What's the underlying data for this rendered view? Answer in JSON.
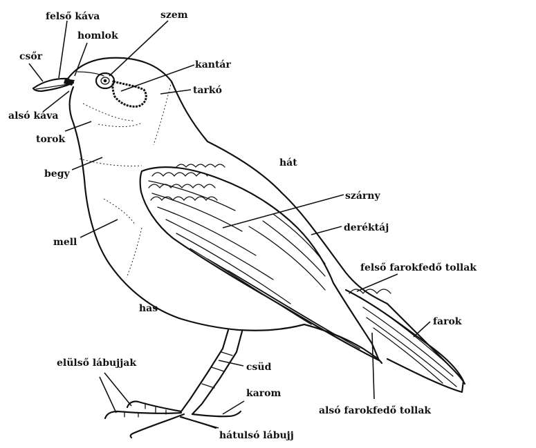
{
  "labels": {
    "felso_kava": "felső káva",
    "szem": "szem",
    "homlok": "homlok",
    "csor": "csőr",
    "kantar": "kantár",
    "tarko": "tarkó",
    "also_kava": "alsó káva",
    "torok": "torok",
    "hat": "hát",
    "begy": "begy",
    "szarny": "szárny",
    "deroktaj": "deréktáj",
    "mell": "mell",
    "felso_farokfedo": "felső farokfedő tollak",
    "has": "has",
    "farok": "farok",
    "elulso_labujjak": "elülső lábujjak",
    "csud": "csüd",
    "karom": "karom",
    "also_farokfedo": "alsó farokfedő tollak",
    "hatulso_labujj": "hátulsó lábujj"
  }
}
